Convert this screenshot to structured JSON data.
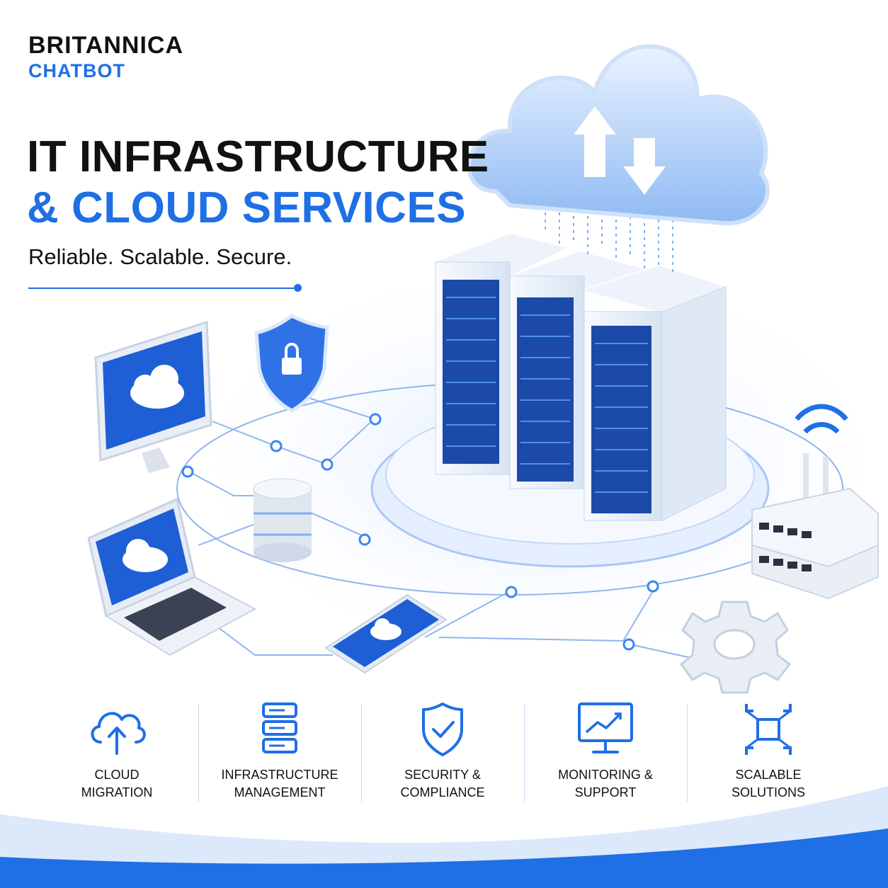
{
  "brand": {
    "name": "BRITANNICA",
    "sub": "CHATBOT"
  },
  "headline": {
    "line1": "IT INFRASTRUCTURE",
    "line2": "& CLOUD SERVICES"
  },
  "tagline": "Reliable. Scalable. Secure.",
  "features": [
    {
      "icon": "cloud-upload-icon",
      "line1": "CLOUD",
      "line2": "MIGRATION"
    },
    {
      "icon": "server-stack-icon",
      "line1": "INFRASTRUCTURE",
      "line2": "MANAGEMENT"
    },
    {
      "icon": "shield-check-icon",
      "line1": "SECURITY &",
      "line2": "COMPLIANCE"
    },
    {
      "icon": "monitor-chart-icon",
      "line1": "MONITORING &",
      "line2": "SUPPORT"
    },
    {
      "icon": "scale-expand-icon",
      "line1": "SCALABLE",
      "line2": "SOLUTIONS"
    }
  ],
  "colors": {
    "accent": "#1f6fe5",
    "text": "#111111",
    "light_blue": "#dce9fb"
  }
}
